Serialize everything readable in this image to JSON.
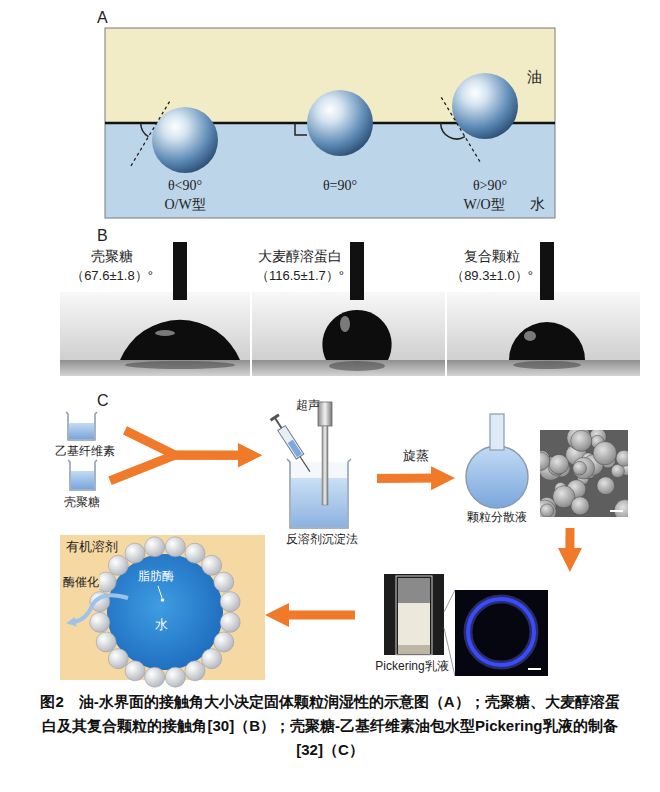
{
  "diagram": {
    "caption": "图2　油-水界面的接触角大小决定固体颗粒润湿性的示意图（A）；壳聚糖、大麦醇溶蛋白及其复合颗粒的接触角[30]（B）；壳聚糖-乙基纤维素油包水型Pickering乳液的制备[32]（C）",
    "nodes": [
      {
        "text": [
          "油"
        ]
      },
      {
        "text": [
          "水"
        ]
      },
      {
        "text": [
          "壳聚糖",
          "（67.6±1.8）°"
        ]
      },
      {
        "text": [
          "大麦醇溶蛋白",
          "（116.5±1.7）°"
        ]
      },
      {
        "text": [
          "复合颗粒",
          "（89.3±1.0）°"
        ]
      },
      {
        "text": [
          "乙基纤维素"
        ]
      },
      {
        "text": [
          "壳聚糖"
        ]
      },
      {
        "text": [
          "超声",
          "反溶剂沉淀法"
        ]
      },
      {
        "text": [
          "颗粒分散液"
        ]
      },
      {
        "text": [
          "Pickering乳液"
        ]
      },
      {
        "text": [
          "有机溶剂",
          "脂肪酶",
          "水",
          "酶催化"
        ]
      }
    ],
    "edges": [
      {
        "from": 5,
        "to": 7,
        "arrow": "to"
      },
      {
        "from": 6,
        "to": 7,
        "arrow": "to"
      },
      {
        "from": 7,
        "to": 8,
        "arrow": "to",
        "label": "旋蒸"
      },
      {
        "from": 8,
        "to": 9,
        "arrow": "to"
      },
      {
        "from": 9,
        "to": 10,
        "arrow": "to"
      }
    ],
    "labels": [
      "A",
      "θ<90°",
      "O/W型",
      "θ=90°",
      "θ>90°",
      "W/O型",
      "B",
      "C"
    ]
  }
}
